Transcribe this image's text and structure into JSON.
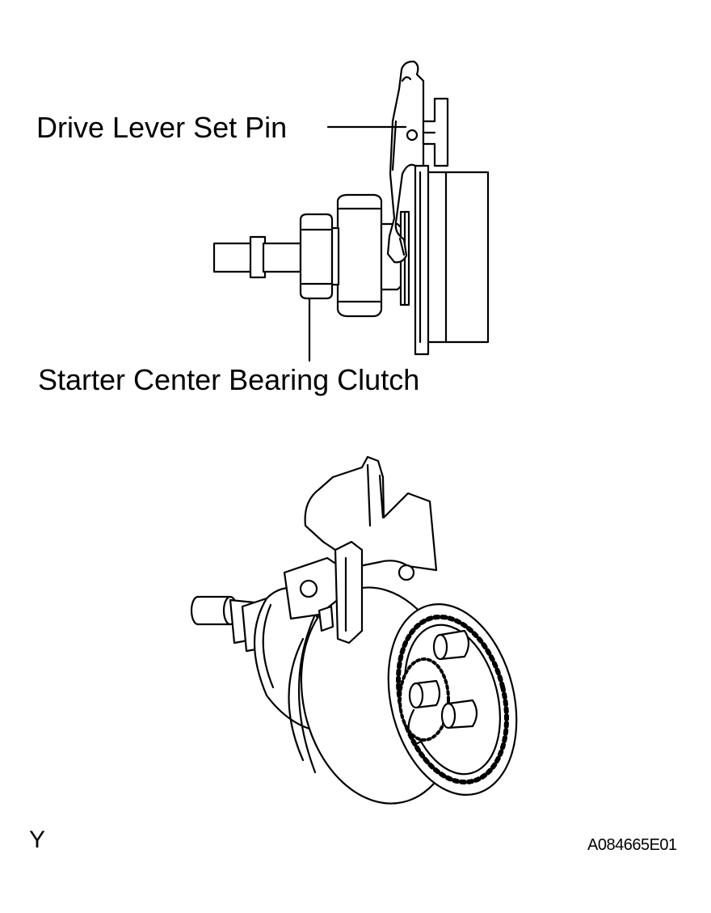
{
  "labels": {
    "drive_lever_set_pin": "Drive Lever Set Pin",
    "starter_center_bearing_clutch": "Starter Center Bearing Clutch",
    "view_letter": "Y",
    "figure_code": "A084665E01"
  },
  "colors": {
    "line": "#000000",
    "background": "#ffffff"
  },
  "icons": [
    "starter-clutch-side-view-drawing",
    "planetary-gear-clutch-perspective-drawing"
  ]
}
